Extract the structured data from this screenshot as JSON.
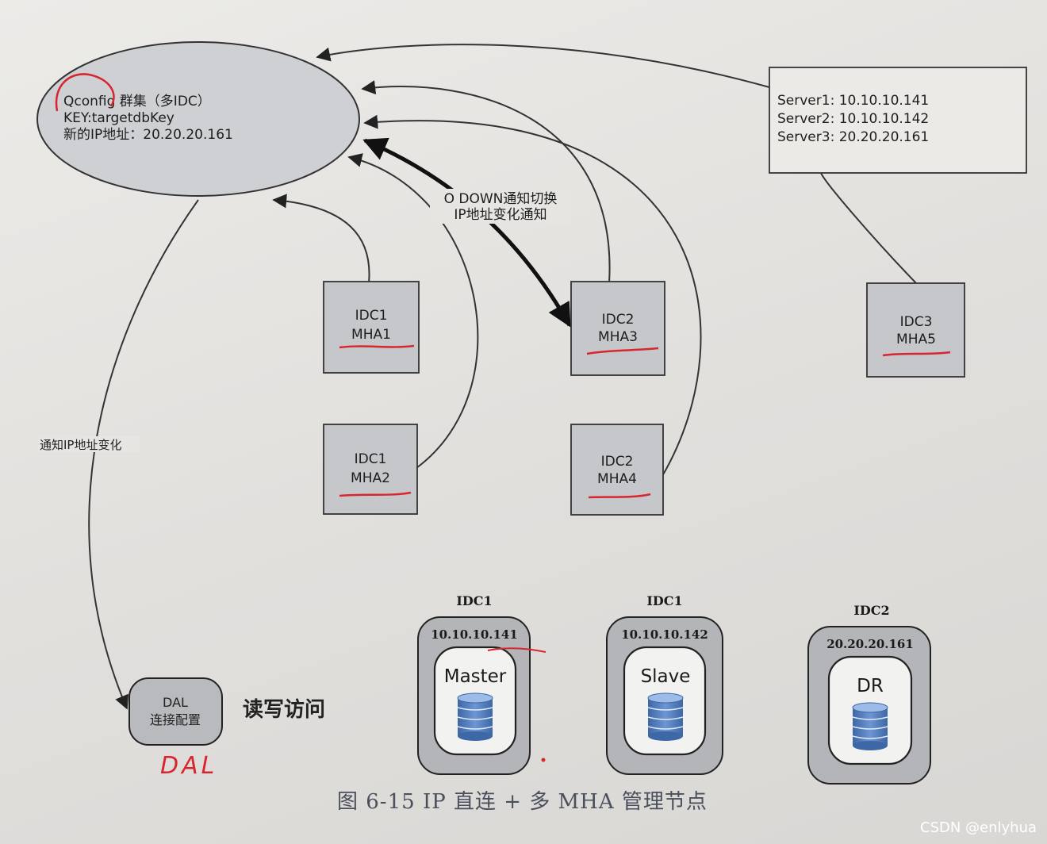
{
  "qconfig": {
    "line1": "Qconfig 群集（多IDC）",
    "line2": "KEY:targetdbKey",
    "line3": "新的IP地址：20.20.20.161"
  },
  "server_list": {
    "server1": "Server1: 10.10.10.141",
    "server2": "Server2: 10.10.10.142",
    "server3": "Server3: 20.20.20.161"
  },
  "notify_switch": {
    "line1": "O DOWN通知切换",
    "line2": "IP地址变化通知"
  },
  "notify_left": "通知IP地址变化",
  "mha_nodes": [
    {
      "idc": "IDC1",
      "name": "MHA1"
    },
    {
      "idc": "IDC1",
      "name": "MHA2"
    },
    {
      "idc": "IDC2",
      "name": "MHA3"
    },
    {
      "idc": "IDC2",
      "name": "MHA4"
    },
    {
      "idc": "IDC3",
      "name": "MHA5"
    }
  ],
  "servers": [
    {
      "idc": "IDC1",
      "ip": "10.10.10.141",
      "role": "Master"
    },
    {
      "idc": "IDC1",
      "ip": "10.10.10.142",
      "role": "Slave"
    },
    {
      "idc": "IDC2",
      "ip": "20.20.20.161",
      "role": "DR"
    }
  ],
  "dal": {
    "line1": "DAL",
    "line2": "连接配置"
  },
  "read_write": "读写访问",
  "handwritten_note": "DAL",
  "caption": "图 6-15   IP 直连 + 多 MHA 管理节点",
  "watermark": "CSDN @enlyhua",
  "colors": {
    "box_fill": "#c6c7cb",
    "ellipse_fill": "#cfd0d4",
    "db_blue": "#4f79b8",
    "annotation_red": "#d8262f",
    "caption_color": "#4a4f5c"
  }
}
